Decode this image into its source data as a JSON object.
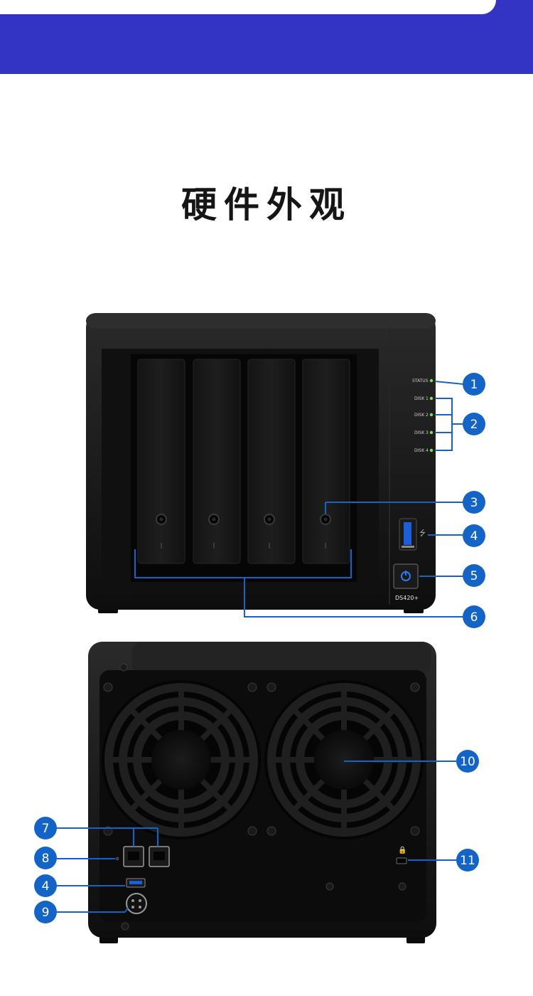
{
  "page": {
    "title": "硬件外观",
    "accent_color": "#3334c4",
    "callout_color": "#1464c8"
  },
  "front": {
    "model_label": "DS420+",
    "led_labels": [
      "STATUS",
      "DISK 1",
      "DISK 2",
      "DISK 3",
      "DISK 4"
    ],
    "drive_bays": 4,
    "callouts": [
      {
        "id": "1",
        "label": "1"
      },
      {
        "id": "2",
        "label": "2"
      },
      {
        "id": "3",
        "label": "3"
      },
      {
        "id": "4",
        "label": "4"
      },
      {
        "id": "5",
        "label": "5"
      },
      {
        "id": "6",
        "label": "6"
      }
    ]
  },
  "rear": {
    "callouts": [
      {
        "id": "7",
        "label": "7"
      },
      {
        "id": "8",
        "label": "8"
      },
      {
        "id": "4",
        "label": "4"
      },
      {
        "id": "9",
        "label": "9"
      },
      {
        "id": "10",
        "label": "10"
      },
      {
        "id": "11",
        "label": "11"
      }
    ]
  }
}
